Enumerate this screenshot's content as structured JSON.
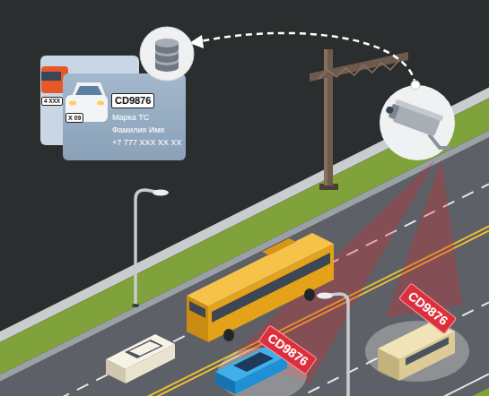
{
  "diagram": {
    "nodes": [
      {
        "text": [
          "4 XXX"
        ]
      },
      {
        "text": [
          "X 09",
          "CD9876",
          "Марка ТС",
          "Фамилия Имя",
          "+7 777 XXX XX XX"
        ]
      },
      {
        "text": [
          "CD9876"
        ]
      },
      {
        "text": [
          "CD9876"
        ]
      }
    ]
  }
}
